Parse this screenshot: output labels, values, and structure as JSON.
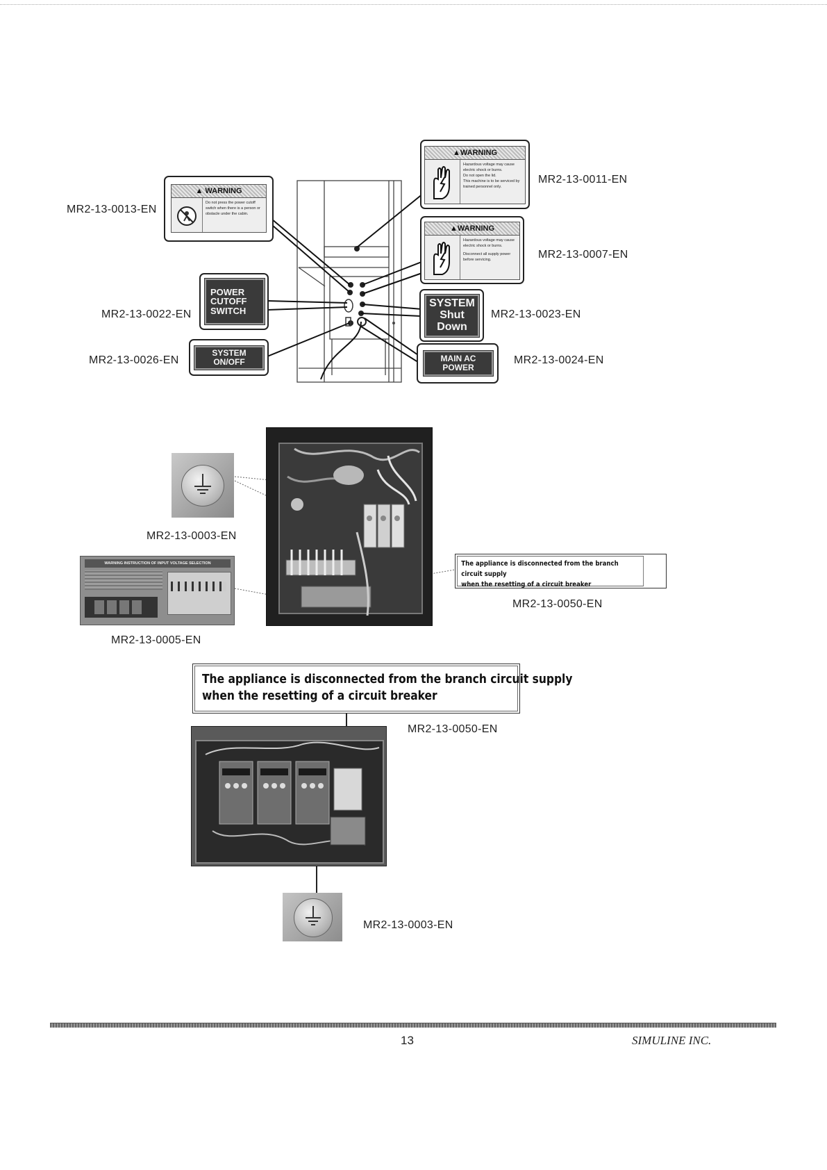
{
  "labels": {
    "l0013": "MR2-13-0013-EN",
    "l0011": "MR2-13-0011-EN",
    "l0007": "MR2-13-0007-EN",
    "l0022": "MR2-13-0022-EN",
    "l0023": "MR2-13-0023-EN",
    "l0026": "MR2-13-0026-EN",
    "l0024": "MR2-13-0024-EN",
    "l0003a": "MR2-13-0003-EN",
    "l0050a": "MR2-13-0050-EN",
    "l0005": "MR2-13-0005-EN",
    "l0050b": "MR2-13-0050-EN",
    "l0003b": "MR2-13-0003-EN"
  },
  "signs": {
    "warn_0013": {
      "head": "WARNING",
      "text": "Do not press the power cutoff switch when there is a person or obstacle under the cabin."
    },
    "warn_0011": {
      "head": "WARNING",
      "text1": "Hazardous voltage may cause electric shock or burns.",
      "text2": "Do not open the lid.",
      "text3": "This machine is to be serviced by trained personnel only."
    },
    "warn_0007": {
      "head": "WARNING",
      "text1": "Hazardous voltage may cause electric shock or burns.",
      "text2": "Disconnect all supply power before servicing."
    },
    "power_cutoff": [
      "POWER CUTOFF",
      "SWITCH"
    ],
    "system_shutdown": [
      "SYSTEM",
      "Shut Down"
    ],
    "system_onoff": "SYSTEM ON/OFF",
    "main_ac_power": "MAIN AC POWER"
  },
  "callouts": {
    "small": [
      "The appliance is disconnected from the branch circuit supply",
      "when the resetting of a circuit breaker"
    ],
    "large": [
      "The appliance is disconnected from the branch circuit supply",
      "when the resetting of a circuit breaker"
    ]
  },
  "voltage_plate": {
    "title": "WARNING INSTRUCTION OF INPUT VOLTAGE SELECTION"
  },
  "footer": {
    "page_number": "13",
    "company": "SIMULINE INC."
  },
  "colors": {
    "dark_label_bg": "#3a3a3a",
    "photo_dark": "#1e1e1e"
  }
}
